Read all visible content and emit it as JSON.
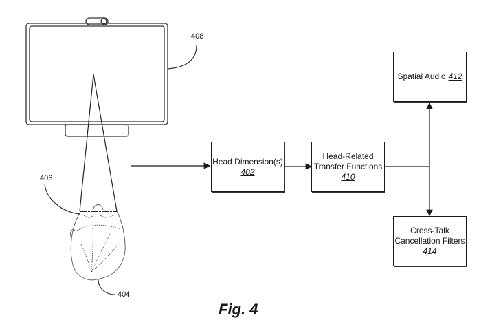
{
  "figure": {
    "caption": "Fig. 4",
    "reference_labels": {
      "display": "408",
      "sightline": "406",
      "head": "404"
    },
    "boxes": {
      "head_dimensions": {
        "title": "Head Dimension(s)",
        "ref": "402"
      },
      "hrtf": {
        "line1": "Head-Related",
        "line2": "Transfer Functions",
        "ref": "410"
      },
      "spatial_audio": {
        "title": "Spatial Audio",
        "ref": "412"
      },
      "crosstalk": {
        "line1": "Cross-Talk",
        "line2": "Cancellation Filters",
        "ref": "414"
      }
    }
  }
}
